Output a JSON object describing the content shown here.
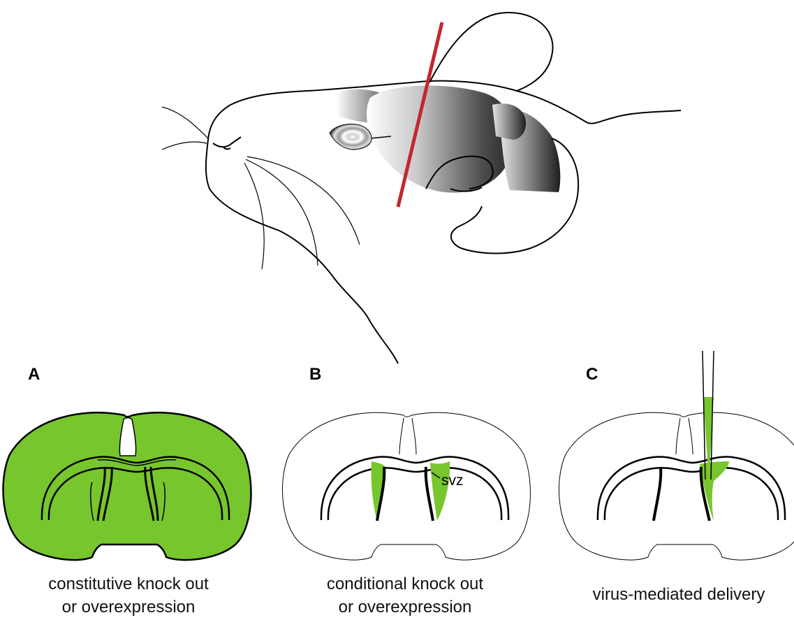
{
  "panels": [
    {
      "letter": "A",
      "caption_line1": "constitutive knock out",
      "caption_line2": "or overexpression"
    },
    {
      "letter": "B",
      "caption_line1": "conditional knock out",
      "caption_line2": "or overexpression"
    },
    {
      "letter": "C",
      "caption_line1": "virus-mediated delivery",
      "caption_line2": ""
    }
  ],
  "labels": {
    "svz": "svz"
  },
  "colors": {
    "expression_green": "#77c62d",
    "section_line_red": "#c1272d",
    "outline": "#000000"
  }
}
